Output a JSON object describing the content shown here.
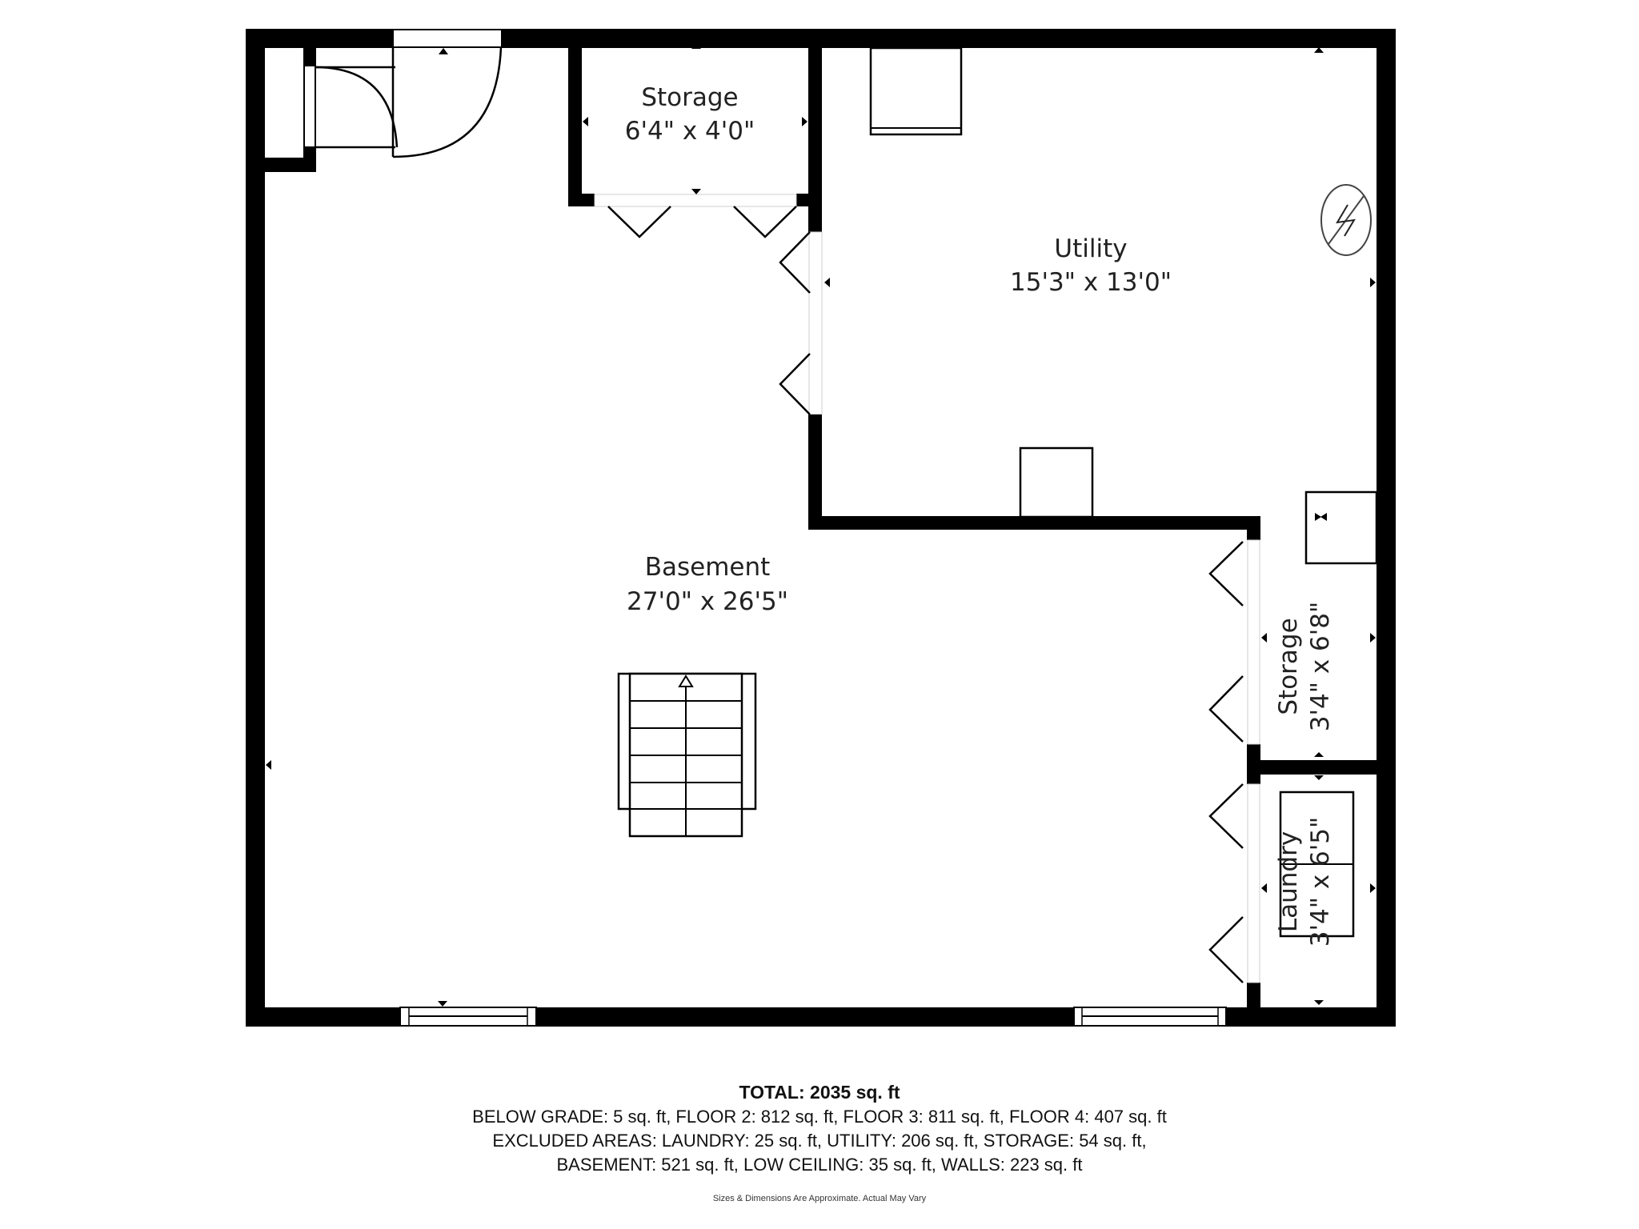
{
  "floorplan": {
    "rooms": [
      {
        "id": "storage-top",
        "name": "Storage",
        "dimensions": "6'4\" x 4'0\""
      },
      {
        "id": "utility",
        "name": "Utility",
        "dimensions": "15'3\" x 13'0\""
      },
      {
        "id": "basement",
        "name": "Basement",
        "dimensions": "27'0\" x 26'5\""
      },
      {
        "id": "storage-right",
        "name": "Storage",
        "dimensions": "3'4\" x 6'8\""
      },
      {
        "id": "laundry",
        "name": "Laundry",
        "dimensions": "3'4\" x 6'5\""
      }
    ],
    "symbols": [
      "stairs-up",
      "electrical-panel",
      "water-heater",
      "furnace",
      "washer-dryer",
      "windows",
      "doors"
    ]
  },
  "summary": {
    "total": "TOTAL: 2035 sq. ft",
    "line1": "BELOW GRADE: 5 sq. ft, FLOOR 2: 812 sq. ft, FLOOR 3: 811 sq. ft, FLOOR 4: 407 sq. ft",
    "line2": "EXCLUDED AREAS: LAUNDRY: 25 sq. ft, UTILITY: 206 sq. ft, STORAGE: 54 sq. ft,",
    "line3": "BASEMENT: 521 sq. ft, LOW CEILING: 35 sq. ft, WALLS: 223 sq. ft",
    "disclaimer": "Sizes & Dimensions Are Approximate. Actual May Vary"
  },
  "colors": {
    "wall": "#000000",
    "background": "#ffffff",
    "text": "#222222"
  }
}
